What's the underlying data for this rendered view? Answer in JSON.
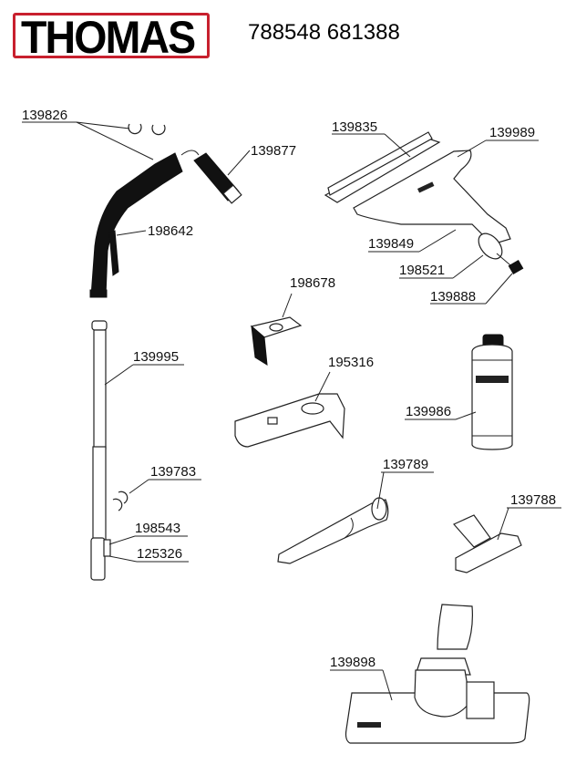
{
  "header": {
    "brand": "THOMAS",
    "brand_colors": {
      "frame": "#c8202e",
      "text": "#000000"
    },
    "title": "788548 681388"
  },
  "parts": [
    {
      "id": "hose_clips",
      "label": "139826"
    },
    {
      "id": "hose_handle_end",
      "label": "139877"
    },
    {
      "id": "handle_lever",
      "label": "198642"
    },
    {
      "id": "window_nozzle_blade",
      "label": "139835"
    },
    {
      "id": "window_nozzle",
      "label": "139989"
    },
    {
      "id": "window_nozzle_part",
      "label": "139849"
    },
    {
      "id": "nozzle_ring",
      "label": "198521"
    },
    {
      "id": "nozzle_nut",
      "label": "139888"
    },
    {
      "id": "bracket",
      "label": "198678"
    },
    {
      "id": "tool_holder",
      "label": "195316"
    },
    {
      "id": "telescopic_tube",
      "label": "139995"
    },
    {
      "id": "tube_clips",
      "label": "139783"
    },
    {
      "id": "tube_latch",
      "label": "198543"
    },
    {
      "id": "tube_latch_spring",
      "label": "125326"
    },
    {
      "id": "detergent_bottle",
      "label": "139986"
    },
    {
      "id": "crevice_tool",
      "label": "139789"
    },
    {
      "id": "upholstery_tool",
      "label": "139788"
    },
    {
      "id": "floor_nozzle",
      "label": "139898"
    }
  ]
}
